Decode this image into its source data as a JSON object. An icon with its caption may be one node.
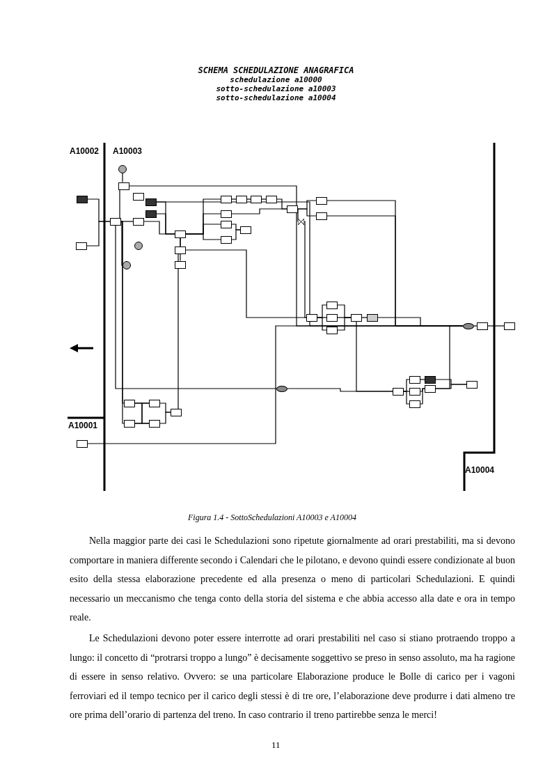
{
  "diagram": {
    "title": "SCHEMA SCHEDULAZIONE ANAGRAFICA",
    "caption": "Figura 1.4 - SottoSchedulazioni A10003 e A10004",
    "nodes": [
      {
        "text": [],
        "shape": "box"
      },
      {
        "text": [],
        "shape": "box"
      },
      {
        "text": [],
        "shape": "circle"
      },
      {
        "text": [],
        "shape": "box"
      },
      {
        "text": [],
        "shape": "box"
      },
      {
        "text": [],
        "shape": "box"
      },
      {
        "text": [],
        "shape": "box"
      },
      {
        "text": [],
        "shape": "box"
      },
      {
        "text": [],
        "shape": "box"
      },
      {
        "text": [],
        "shape": "circle"
      },
      {
        "text": [],
        "shape": "circle"
      },
      {
        "text": [],
        "shape": "box"
      },
      {
        "text": [],
        "shape": "box"
      },
      {
        "text": [],
        "shape": "box"
      },
      {
        "text": [],
        "shape": "box"
      },
      {
        "text": [],
        "shape": "box"
      },
      {
        "text": [],
        "shape": "box"
      },
      {
        "text": [],
        "shape": "box"
      },
      {
        "text": [],
        "shape": "box"
      },
      {
        "text": [],
        "shape": "box"
      },
      {
        "text": [],
        "shape": "box"
      },
      {
        "text": [],
        "shape": "box"
      },
      {
        "text": [],
        "shape": "box"
      },
      {
        "text": [],
        "shape": "box"
      },
      {
        "text": [],
        "shape": "box"
      },
      {
        "text": [],
        "shape": "valve"
      },
      {
        "text": [],
        "shape": "box"
      },
      {
        "text": [],
        "shape": "box"
      },
      {
        "text": [],
        "shape": "box"
      },
      {
        "text": [],
        "shape": "box"
      },
      {
        "text": [],
        "shape": "box"
      },
      {
        "text": [],
        "shape": "box"
      },
      {
        "text": [],
        "shape": "oval"
      },
      {
        "text": [],
        "shape": "box"
      },
      {
        "text": [],
        "shape": "box"
      },
      {
        "text": [],
        "shape": "oval"
      },
      {
        "text": [],
        "shape": "box"
      },
      {
        "text": [],
        "shape": "box"
      },
      {
        "text": [],
        "shape": "box"
      },
      {
        "text": [],
        "shape": "box"
      },
      {
        "text": [],
        "shape": "box"
      },
      {
        "text": [],
        "shape": "box"
      },
      {
        "text": [],
        "shape": "box"
      },
      {
        "text": [],
        "shape": "box"
      },
      {
        "text": [],
        "shape": "box"
      },
      {
        "text": [],
        "shape": "box"
      },
      {
        "text": [],
        "shape": "box"
      },
      {
        "text": [],
        "shape": "box"
      },
      {
        "text": [],
        "shape": "box"
      }
    ],
    "edges": [
      {
        "from": 0,
        "to": 7,
        "arrow": "none"
      },
      {
        "from": 1,
        "to": 7,
        "arrow": "none"
      },
      {
        "from": 2,
        "to": 3,
        "arrow": "none"
      },
      {
        "from": 3,
        "to": 7,
        "arrow": "none"
      },
      {
        "from": 7,
        "to": 8,
        "arrow": "none"
      },
      {
        "from": 7,
        "to": 10,
        "arrow": "none"
      },
      {
        "from": 5,
        "to": 11,
        "arrow": "none"
      },
      {
        "from": 6,
        "to": 11,
        "arrow": "none"
      },
      {
        "from": 8,
        "to": 11,
        "arrow": "none"
      },
      {
        "from": 11,
        "to": 12,
        "arrow": "none"
      },
      {
        "from": 11,
        "to": 13,
        "arrow": "none"
      },
      {
        "from": 11,
        "to": 14,
        "arrow": "none"
      },
      {
        "from": 11,
        "to": 18,
        "arrow": "none"
      },
      {
        "from": 11,
        "to": 19,
        "arrow": "none"
      },
      {
        "from": 11,
        "to": 20,
        "arrow": "none"
      },
      {
        "from": 14,
        "to": 15,
        "arrow": "none"
      },
      {
        "from": 15,
        "to": 16,
        "arrow": "none"
      },
      {
        "from": 16,
        "to": 17,
        "arrow": "none"
      },
      {
        "from": 17,
        "to": 22,
        "arrow": "none"
      },
      {
        "from": 18,
        "to": 22,
        "arrow": "none"
      },
      {
        "from": 19,
        "to": 21,
        "arrow": "none"
      },
      {
        "from": 20,
        "to": 21,
        "arrow": "none"
      },
      {
        "from": 22,
        "to": 23,
        "arrow": "none"
      },
      {
        "from": 22,
        "to": 24,
        "arrow": "none"
      },
      {
        "from": 22,
        "to": 25,
        "arrow": "none"
      },
      {
        "from": 25,
        "to": 26,
        "arrow": "none"
      },
      {
        "from": 12,
        "to": 26,
        "arrow": "none"
      },
      {
        "from": 26,
        "to": 27,
        "arrow": "none"
      },
      {
        "from": 26,
        "to": 28,
        "arrow": "none"
      },
      {
        "from": 26,
        "to": 29,
        "arrow": "none"
      },
      {
        "from": 27,
        "to": 30,
        "arrow": "none"
      },
      {
        "from": 28,
        "to": 30,
        "arrow": "none"
      },
      {
        "from": 29,
        "to": 30,
        "arrow": "none"
      },
      {
        "from": 30,
        "to": 31,
        "arrow": "none"
      },
      {
        "from": 3,
        "to": 32,
        "arrow": "none"
      },
      {
        "from": 5,
        "to": 32,
        "arrow": "none"
      },
      {
        "from": 23,
        "to": 32,
        "arrow": "none"
      },
      {
        "from": 24,
        "to": 32,
        "arrow": "none"
      },
      {
        "from": 31,
        "to": 32,
        "arrow": "none"
      },
      {
        "from": 32,
        "to": 33,
        "arrow": "none"
      },
      {
        "from": 33,
        "to": 34,
        "arrow": "none"
      },
      {
        "from": 7,
        "to": 35,
        "arrow": "none"
      },
      {
        "from": 35,
        "to": 36,
        "arrow": "none"
      },
      {
        "from": 30,
        "to": 36,
        "arrow": "none"
      },
      {
        "from": 36,
        "to": 37,
        "arrow": "none"
      },
      {
        "from": 36,
        "to": 38,
        "arrow": "none"
      },
      {
        "from": 36,
        "to": 39,
        "arrow": "none"
      },
      {
        "from": 37,
        "to": 40,
        "arrow": "none"
      },
      {
        "from": 38,
        "to": 41,
        "arrow": "none"
      },
      {
        "from": 39,
        "to": 41,
        "arrow": "none"
      },
      {
        "from": 40,
        "to": 42,
        "arrow": "none"
      },
      {
        "from": 41,
        "to": 42,
        "arrow": "none"
      },
      {
        "from": 41,
        "to": 32,
        "arrow": "none"
      },
      {
        "from": 7,
        "to": 43,
        "arrow": "none"
      },
      {
        "from": 7,
        "to": 44,
        "arrow": "none"
      },
      {
        "from": 43,
        "to": 45,
        "arrow": "none"
      },
      {
        "from": 43,
        "to": 46,
        "arrow": "none"
      },
      {
        "from": 44,
        "to": 45,
        "arrow": "none"
      },
      {
        "from": 44,
        "to": 46,
        "arrow": "none"
      },
      {
        "from": 45,
        "to": 47,
        "arrow": "none"
      },
      {
        "from": 46,
        "to": 47,
        "arrow": "none"
      },
      {
        "from": 47,
        "to": 12,
        "arrow": "none"
      },
      {
        "from": 48,
        "to": 32,
        "arrow": "none"
      }
    ],
    "labels": [
      "schedulazione a10000",
      "sotto-schedulazione a10003",
      "sotto-schedulazione a10004",
      "A10002",
      "A10003",
      "A10001",
      "A10004",
      "Nella maggior parte dei casi le Schedulazioni sono ripetute giornalmente ad orari prestabiliti, ma si devono comportare in maniera differente secondo i Calendari che le pilotano, e devono quindi essere condizionate al buon esito della stessa elaborazione precedente ed alla presenza o meno di particolari Schedulazioni. E quindi necessario un meccanismo che tenga conto della storia del sistema e che abbia accesso alla date e ora in tempo reale.",
      "Le Schedulazioni devono poter essere interrotte ad orari prestabiliti nel caso si stiano protraendo troppo a lungo: il concetto di “protrarsi troppo a lungo” è decisamente soggettivo se preso in senso assoluto, ma ha ragione di essere in senso relativo. Ovvero: se una particolare Elaborazione produce le Bolle di carico per i vagoni ferroviari ed il tempo tecnico per il carico degli stessi è di tre ore, l’elaborazione deve produrre i dati almeno tre ore prima dell’orario di partenza del treno. In caso contrario il treno partirebbe senza le merci!",
      "11"
    ]
  }
}
